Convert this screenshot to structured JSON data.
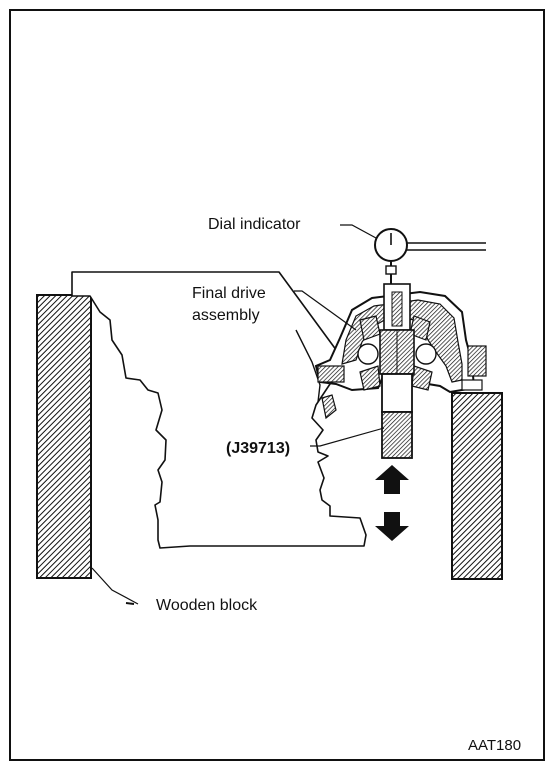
{
  "labels": {
    "dial_indicator": "Dial indicator",
    "final_drive_line1": "Final drive",
    "final_drive_line2": "assembly",
    "tool": "(J39713)",
    "wooden_block": "Wooden block",
    "figure_code": "AAT180"
  },
  "icons": {
    "up_arrow": "arrow-up-icon",
    "down_arrow": "arrow-down-icon"
  },
  "colors": {
    "ink": "#111111",
    "paper": "#ffffff"
  }
}
